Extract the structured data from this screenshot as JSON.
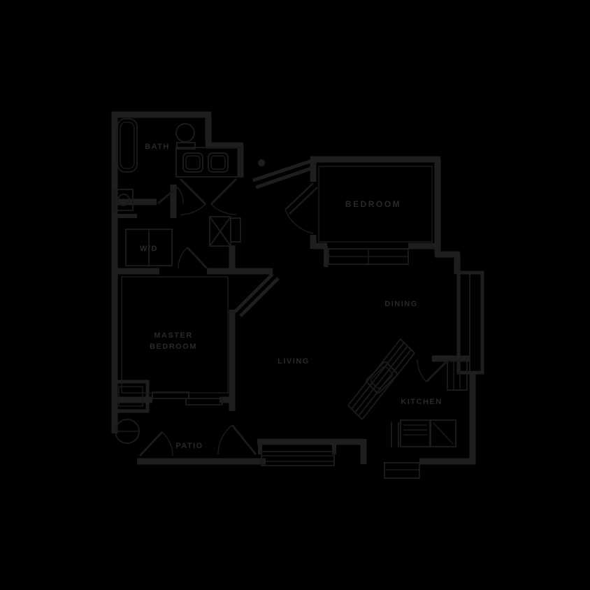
{
  "meta": {
    "background_color": "#000000",
    "wall_color": "#1e1e20",
    "detail_color": "#1a1a1c",
    "label_color": "#29292b"
  },
  "floorplan": {
    "labels": {
      "bath": "BATH",
      "laundry": "W/D",
      "master_line1": "MASTER",
      "master_line2": "BEDROOM",
      "bedroom": "BEDROOM",
      "dining": "DINING",
      "living": "LIVING",
      "kitchen": "KITCHEN",
      "patio": "PATIO"
    }
  }
}
